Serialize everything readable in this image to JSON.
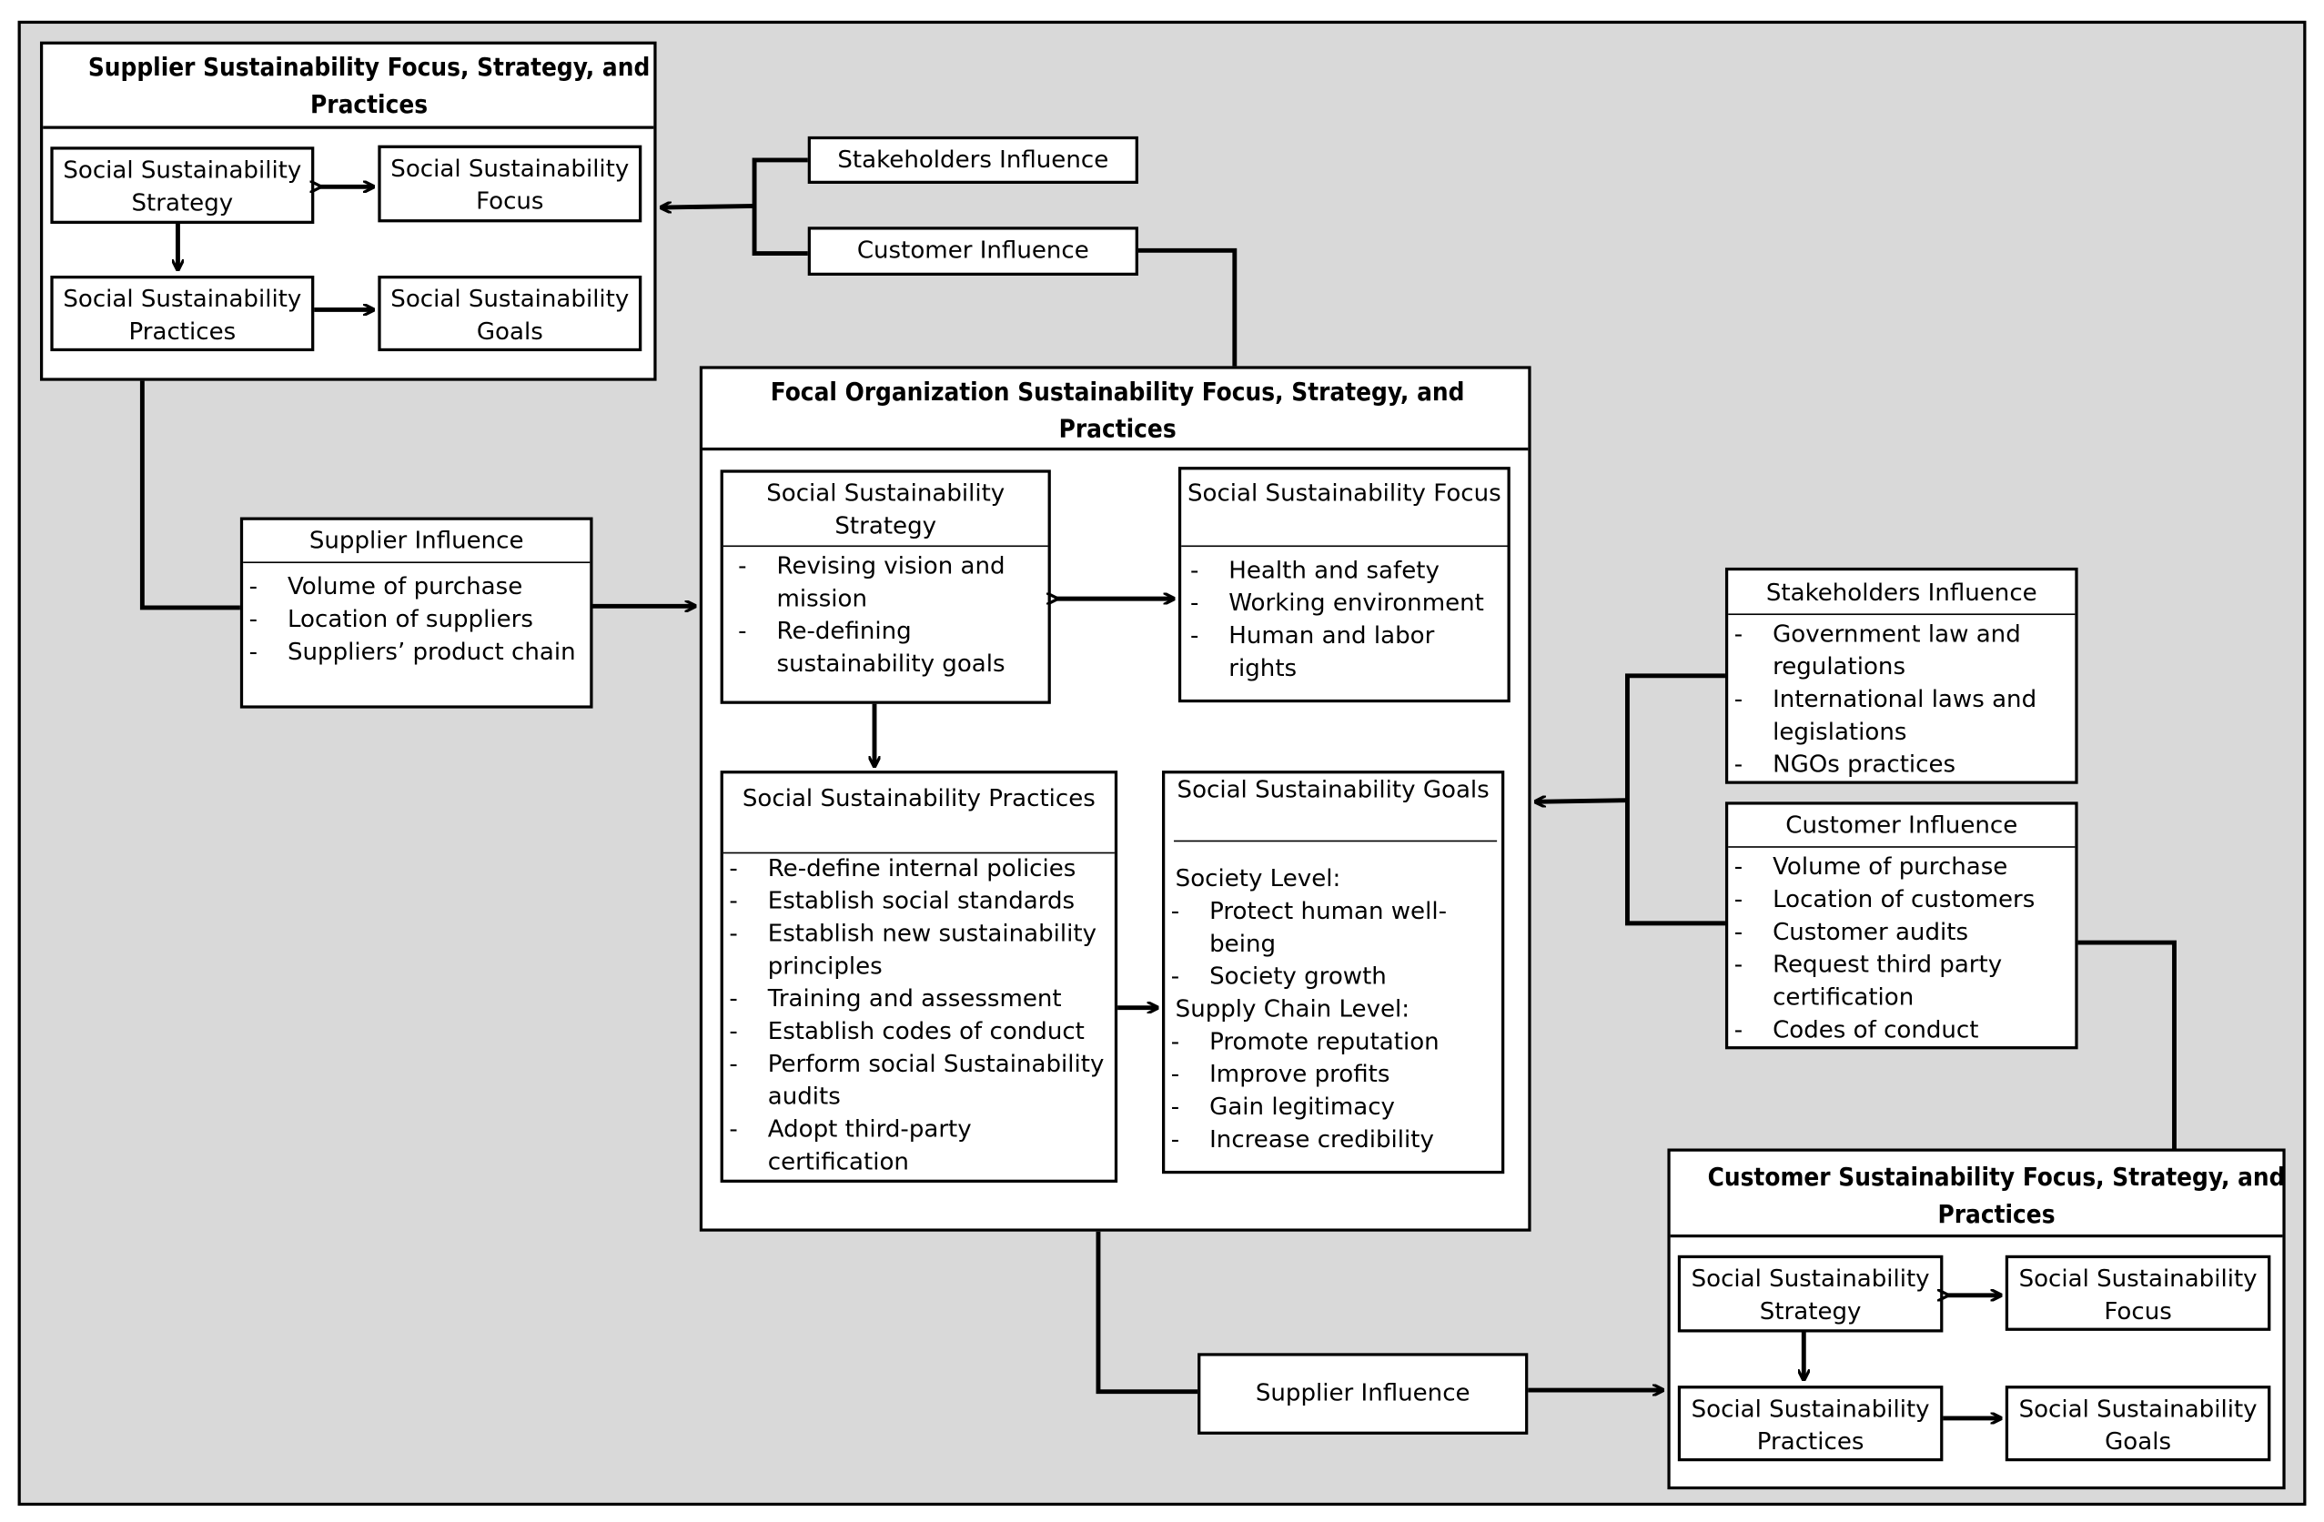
{
  "supplier_block": {
    "title": "Supplier Sustainability Focus, Strategy, and Practices",
    "strategy": "Social Sustainability Strategy",
    "focus": "Social Sustainability Focus",
    "practices": "Social Sustainability Practices",
    "goals": "Social Sustainability Goals"
  },
  "top_influences": {
    "stakeholders": "Stakeholders Influence",
    "customer": "Customer Influence"
  },
  "supplier_influence_left": {
    "title": "Supplier Influence",
    "items": [
      "Volume of purchase",
      "Location of suppliers",
      "Suppliers’ product chain"
    ]
  },
  "focal_block": {
    "title": "Focal Organization Sustainability Focus, Strategy, and Practices",
    "strategy": {
      "title": "Social Sustainability Strategy",
      "items": [
        "Revising vision and mission",
        "Re-defining sustainability goals"
      ]
    },
    "focus": {
      "title": "Social Sustainability Focus",
      "items": [
        "Health and safety",
        "Working environment",
        "Human and labor rights"
      ]
    },
    "practices": {
      "title": "Social Sustainability Practices",
      "items": [
        "Re-define internal policies",
        "Establish social standards",
        "Establish new sustainability principles",
        "Training and assessment",
        "Establish codes of conduct",
        "Perform social Sustainability audits",
        "Adopt third-party certification"
      ]
    },
    "goals": {
      "title": "Social Sustainability Goals",
      "society_label": "Society Level:",
      "society_items": [
        "Protect human well-being",
        "Society growth"
      ],
      "supply_chain_label": "Supply Chain Level:",
      "supply_chain_items": [
        "Promote reputation",
        "Improve profits",
        "Gain legitimacy",
        "Increase credibility"
      ]
    }
  },
  "right_stakeholders": {
    "title": "Stakeholders Influence",
    "items": [
      "Government law and regulations",
      "International laws and legislations",
      "NGOs practices"
    ]
  },
  "right_customer": {
    "title": "Customer Influence",
    "items": [
      "Volume of purchase",
      "Location of customers",
      "Customer audits",
      "Request third party certification",
      "Codes of conduct"
    ]
  },
  "bottom_supplier_influence": "Supplier Influence",
  "customer_block": {
    "title": "Customer Sustainability Focus, Strategy, and Practices",
    "strategy": "Social Sustainability Strategy",
    "focus": "Social Sustainability Focus",
    "practices": "Social Sustainability Practices",
    "goals": "Social Sustainability Goals"
  }
}
